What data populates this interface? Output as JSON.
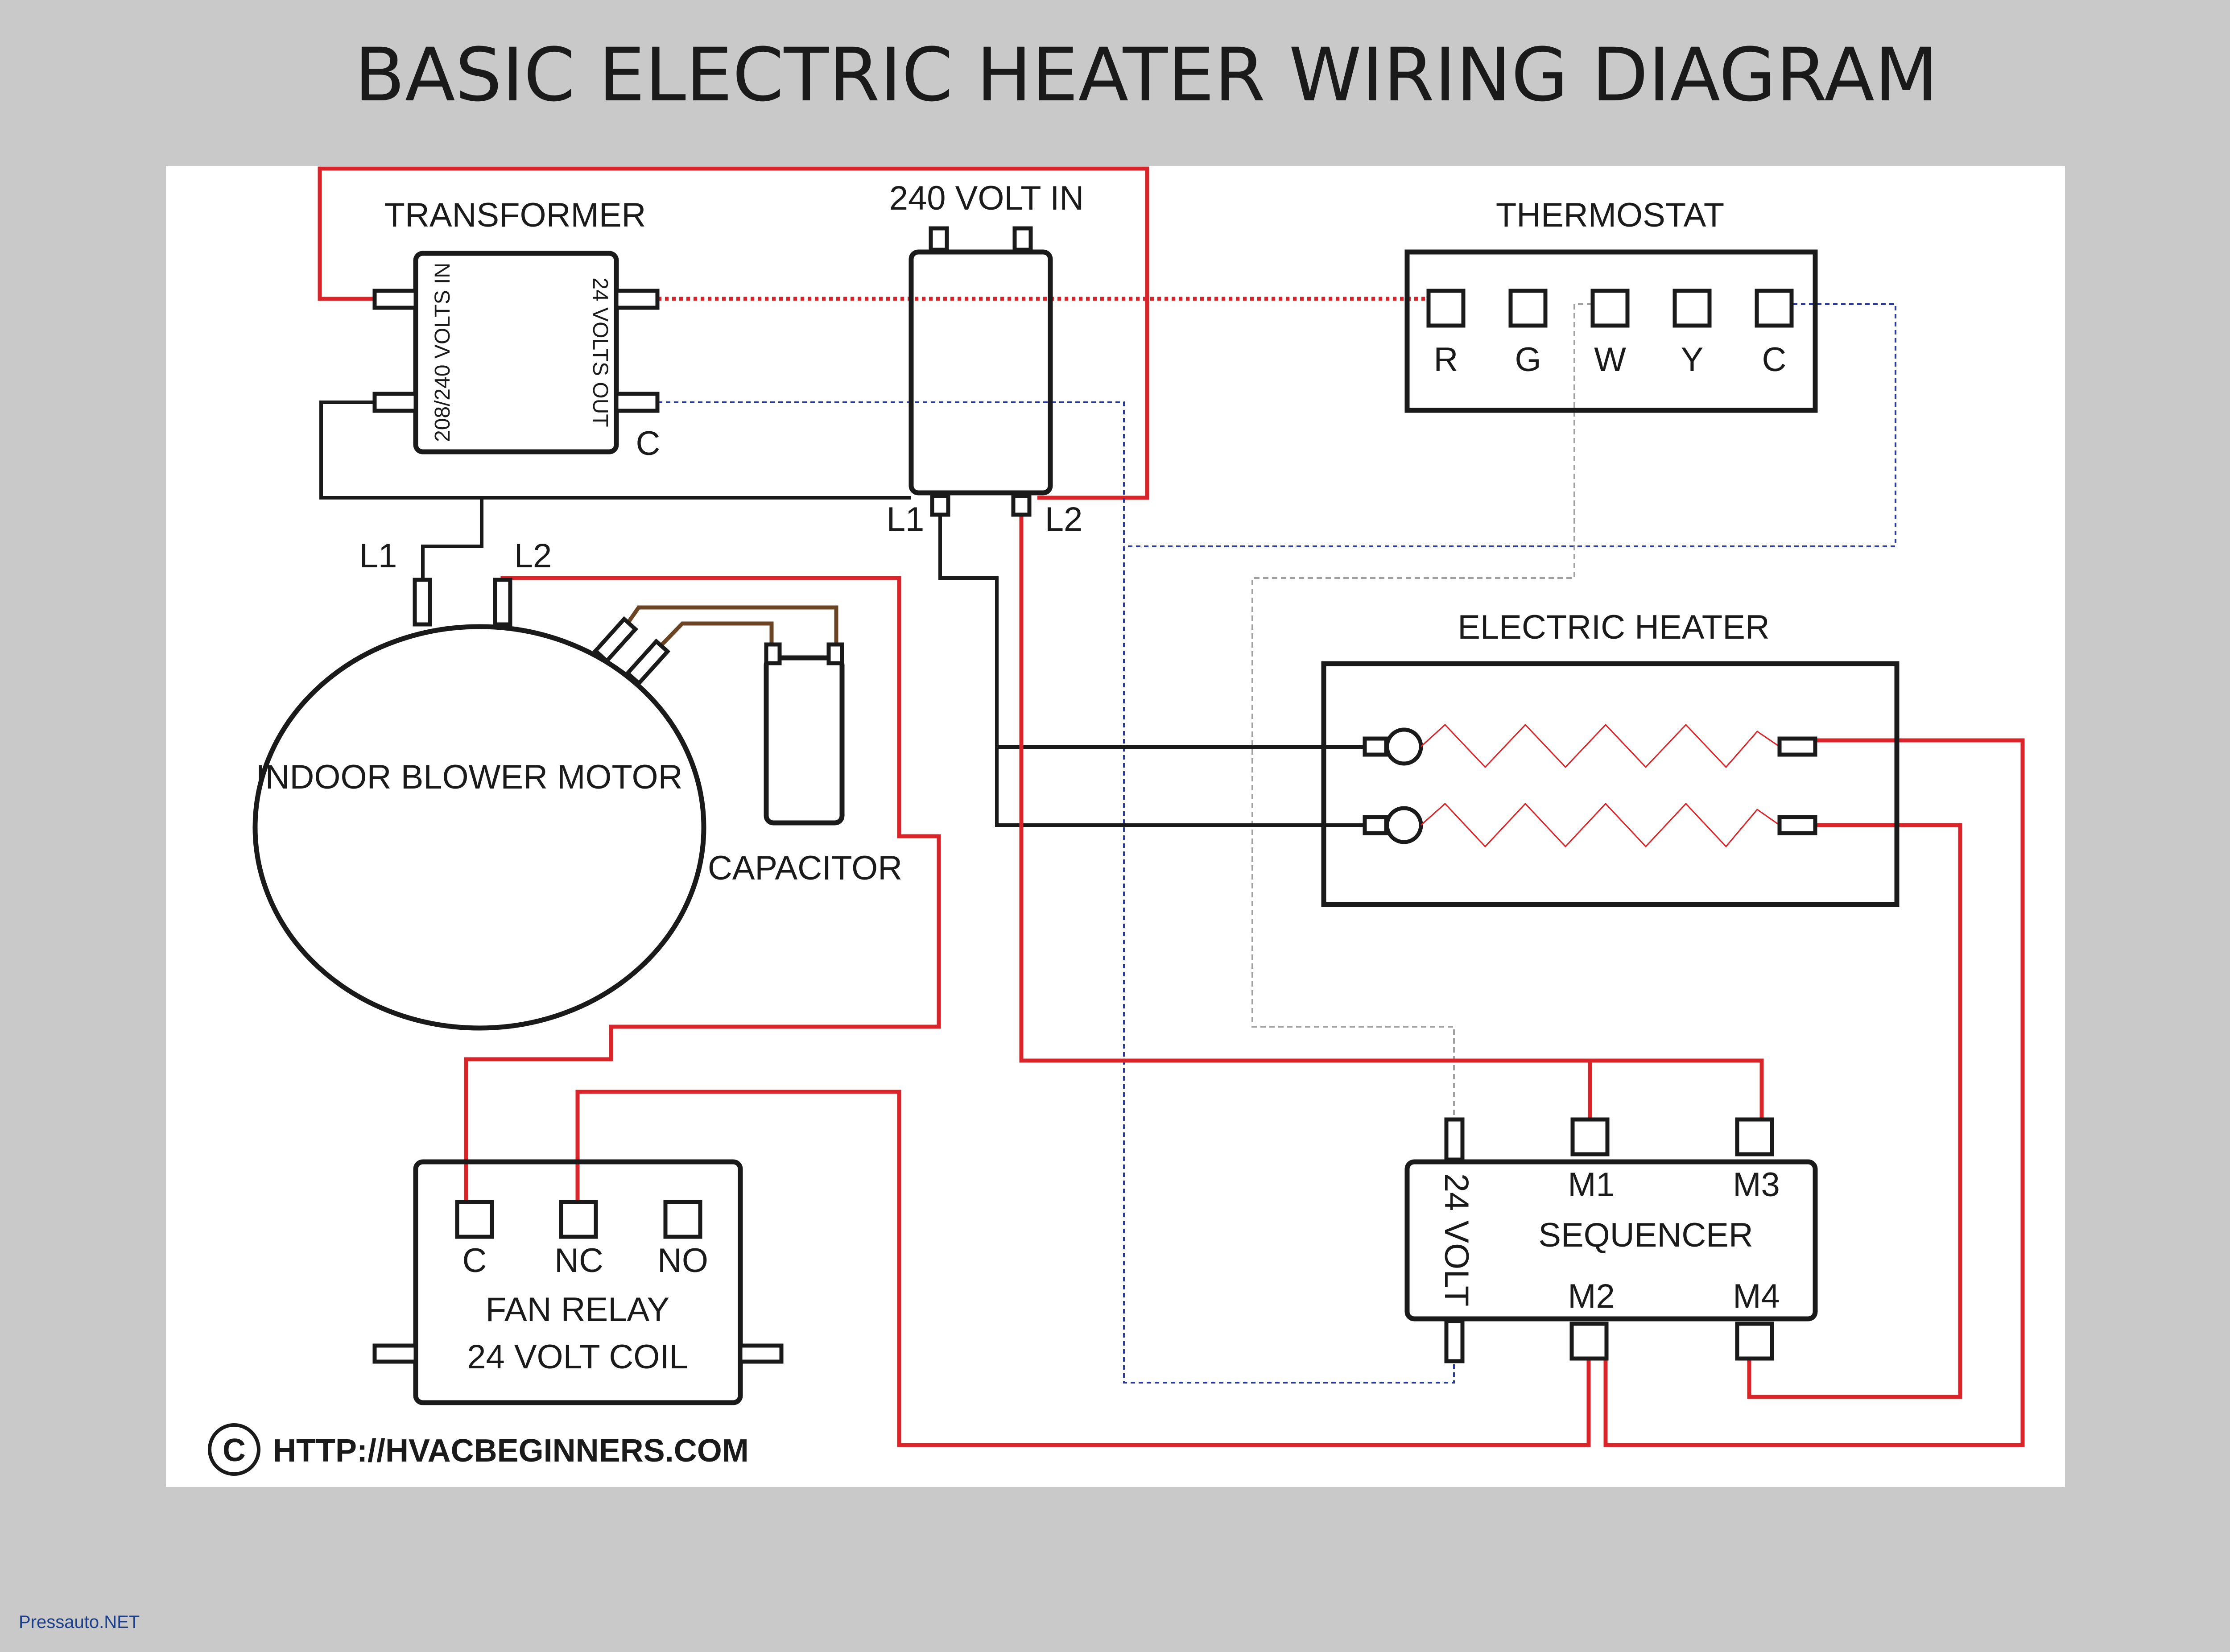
{
  "title": "BASIC ELECTRIC HEATER WIRING DIAGRAM",
  "transformer": {
    "label": "TRANSFORMER",
    "input_label": "208/240 VOLTS IN",
    "output_label": "24 VOLTS OUT",
    "common_label": "C"
  },
  "power_in": {
    "label": "240 VOLT IN",
    "l1": "L1",
    "l2": "L2"
  },
  "thermostat": {
    "label": "THERMOSTAT",
    "terminals": [
      "R",
      "G",
      "W",
      "Y",
      "C"
    ]
  },
  "motor": {
    "label": "INDOOR BLOWER MOTOR",
    "l1": "L1",
    "l2": "L2"
  },
  "capacitor": {
    "label": "CAPACITOR"
  },
  "heater": {
    "label": "ELECTRIC HEATER"
  },
  "fan_relay": {
    "terminals": [
      "C",
      "NC",
      "NO"
    ],
    "label_line1": "FAN RELAY",
    "label_line2": "24 VOLT COIL"
  },
  "sequencer": {
    "label": "SEQUENCER",
    "coil_label": "24 VOLT",
    "m1": "M1",
    "m2": "M2",
    "m3": "M3",
    "m4": "M4"
  },
  "copyright": {
    "symbol": "C",
    "url": "HTTP://HVACBEGINNERS.COM"
  },
  "watermark": "Pressauto.NET",
  "colors": {
    "line_voltage_wire": "#d9252a",
    "low_voltage_r": "#d9252a",
    "low_voltage_common": "#2a3a9c",
    "thermostat_w": "#a0a0a0",
    "capacitor_leads": "#6b4423",
    "neutral_wire": "#1a1a1a"
  }
}
